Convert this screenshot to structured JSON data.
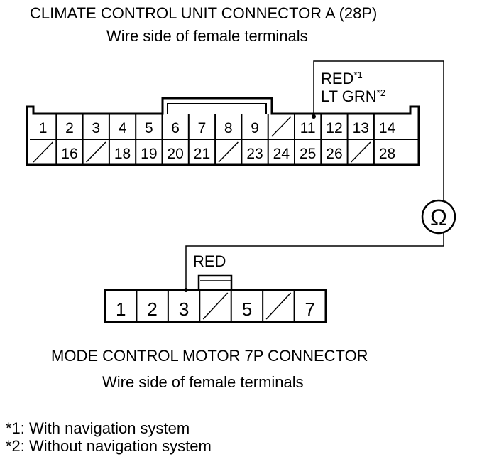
{
  "connector_a": {
    "title": "CLIMATE CONTROL UNIT CONNECTOR A (28P)",
    "subtitle": "Wire side of female terminals",
    "top_row": [
      "1",
      "2",
      "3",
      "4",
      "5",
      "6",
      "7",
      "8",
      "9",
      "",
      "11",
      "12",
      "13",
      "14"
    ],
    "bottom_row": [
      "",
      "16",
      "",
      "18",
      "19",
      "20",
      "21",
      "",
      "23",
      "24",
      "25",
      "26",
      "",
      "28"
    ]
  },
  "wire_labels": {
    "red": "RED",
    "note1_mark": "*1",
    "lt_grn": "LT GRN",
    "note2_mark": "*2",
    "motor_wire": "RED"
  },
  "meter": {
    "symbol": "Ω"
  },
  "motor_connector": {
    "cells": [
      "1",
      "2",
      "3",
      "",
      "5",
      "",
      "7"
    ],
    "title": "MODE CONTROL MOTOR 7P CONNECTOR",
    "subtitle": "Wire side of female terminals"
  },
  "notes": {
    "note1": "*1: With navigation system",
    "note2": "*2: Without navigation system"
  },
  "colors": {
    "ink": "#000000",
    "background": "#ffffff"
  }
}
